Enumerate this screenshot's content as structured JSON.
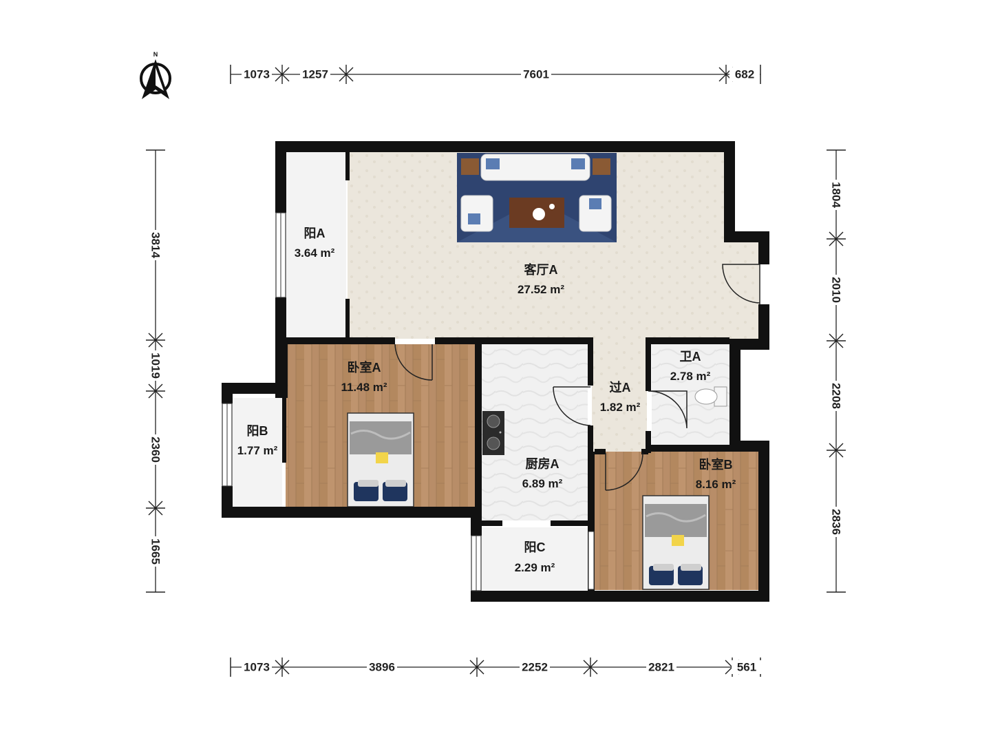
{
  "compass": {
    "label": "N"
  },
  "rooms": {
    "living_a": {
      "name": "客厅A",
      "area": "27.52 m²"
    },
    "balcony_a": {
      "name": "阳A",
      "area": "3.64 m²"
    },
    "balcony_b": {
      "name": "阳B",
      "area": "1.77 m²"
    },
    "balcony_c": {
      "name": "阳C",
      "area": "2.29 m²"
    },
    "bedroom_a": {
      "name": "卧室A",
      "area": "11.48 m²"
    },
    "bedroom_b": {
      "name": "卧室B",
      "area": "8.16 m²"
    },
    "kitchen_a": {
      "name": "厨房A",
      "area": "6.89 m²"
    },
    "hall_a": {
      "name": "过A",
      "area": "1.82 m²"
    },
    "bath_a": {
      "name": "卫A",
      "area": "2.78 m²"
    }
  },
  "dimensions": {
    "top": [
      "1073",
      "1257",
      "7601",
      "682"
    ],
    "bottom": [
      "1073",
      "3896",
      "2252",
      "2821",
      "561"
    ],
    "left": [
      "3814",
      "1019",
      "2360",
      "1665"
    ],
    "right": [
      "1804",
      "2010",
      "2208",
      "2836"
    ]
  },
  "colors": {
    "wall": "#111111",
    "wood_floor": "#b88d68",
    "tile_floor": "#ede8de",
    "kitchen_floor": "#f1f1f1",
    "rug": "#2f4470"
  }
}
